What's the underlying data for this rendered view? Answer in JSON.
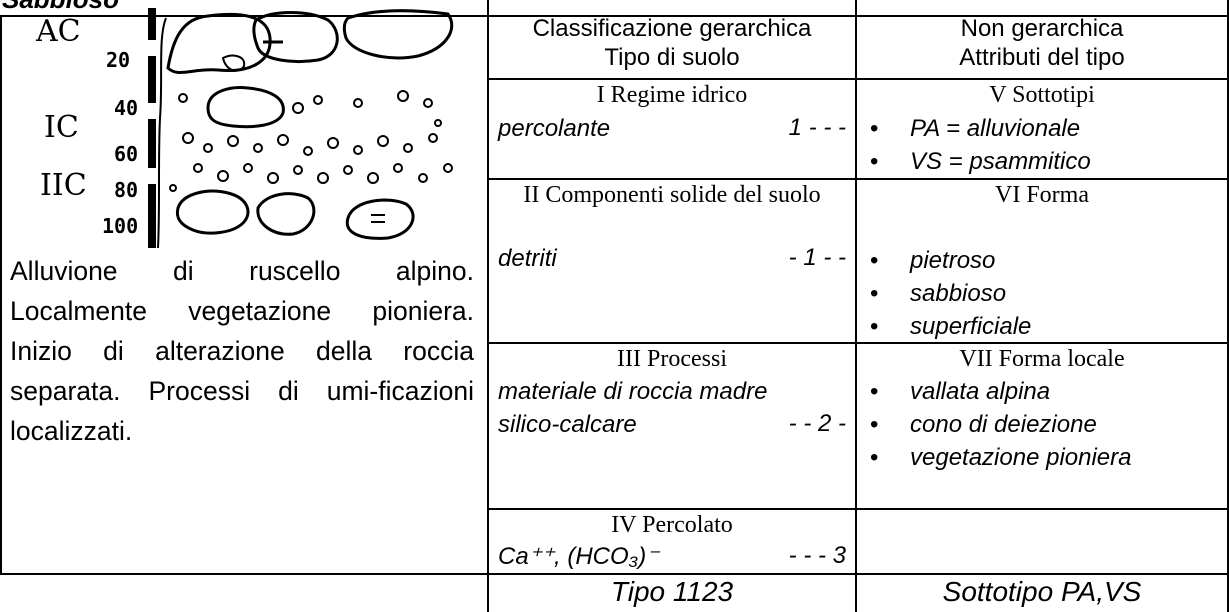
{
  "cut_title": "Sabbioso",
  "profile": {
    "horizons": [
      "AC",
      "IC",
      "IIC"
    ],
    "depths": [
      "20",
      "40",
      "60",
      "80",
      "100"
    ]
  },
  "description": "Alluvione di ruscello alpino. Localmente vegetazione pioniera. Inizio di alterazione della roccia separata. Processi di umi-ficazioni localizzati.",
  "table": {
    "header_left": [
      "Classificazione gerarchica",
      "Tipo di suolo"
    ],
    "header_right": [
      "Non gerarchica",
      "Attributi del tipo"
    ],
    "rows": [
      {
        "left_title": "I Regime idrico",
        "left_items": [
          {
            "text": "percolante",
            "code": "1 - - -"
          }
        ],
        "right_title": "V Sottotipi",
        "right_items": [
          "PA = alluvionale",
          "VS = psammitico"
        ]
      },
      {
        "left_title": "II Componenti solide del suolo",
        "left_items": [
          {
            "text": "detriti",
            "code": "- 1 - -"
          }
        ],
        "right_title": "VI Forma",
        "right_items": [
          "pietroso",
          "sabbioso",
          "superficiale"
        ]
      },
      {
        "left_title": "III Processi",
        "left_items": [
          {
            "text": "materiale di roccia madre",
            "code": ""
          },
          {
            "text": "silico-calcare",
            "code": "- - 2 -"
          }
        ],
        "right_title": "VII Forma locale",
        "right_items": [
          "vallata alpina",
          "cono di deiezione",
          "vegetazione pioniera"
        ]
      },
      {
        "left_title": "IV Percolato",
        "left_items": [
          {
            "text": "Ca⁺⁺, (HCO₃)⁻",
            "code": "- - - 3"
          }
        ],
        "right_title": "",
        "right_items": []
      }
    ],
    "footer_left": "Tipo 1123",
    "footer_right": "Sottotipo PA,VS"
  }
}
